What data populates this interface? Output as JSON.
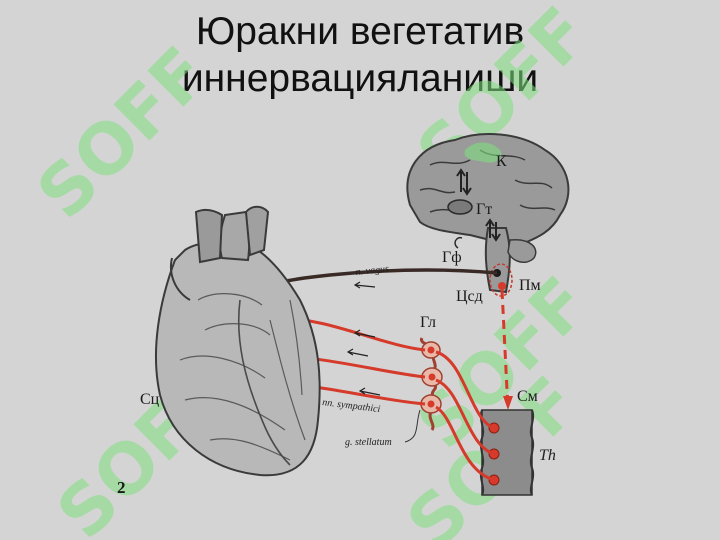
{
  "slide": {
    "title_line1": "Юракни вегетатив",
    "title_line2": "иннервацияланиши"
  },
  "figure": {
    "number": "2",
    "labels": {
      "cortex": "К",
      "hypothalamus": "Гт",
      "pituitary": "Гф",
      "medulla": "Пм",
      "cardiovascular_center": "Цсд",
      "ganglia": "Гл",
      "spinal_cord": "См",
      "thoracic": "Th",
      "heart": "Сц",
      "vagus": "n. vagus",
      "sympathetic": "nn. sympathici",
      "stellate": "g. stellatum"
    }
  },
  "watermark": {
    "text": "SOFF"
  },
  "colors": {
    "background": "#d4d4d4",
    "sympathetic_red": "#d63a2a",
    "vagus_dark": "#3a2a26",
    "watermark_green": "#7fe07f"
  }
}
